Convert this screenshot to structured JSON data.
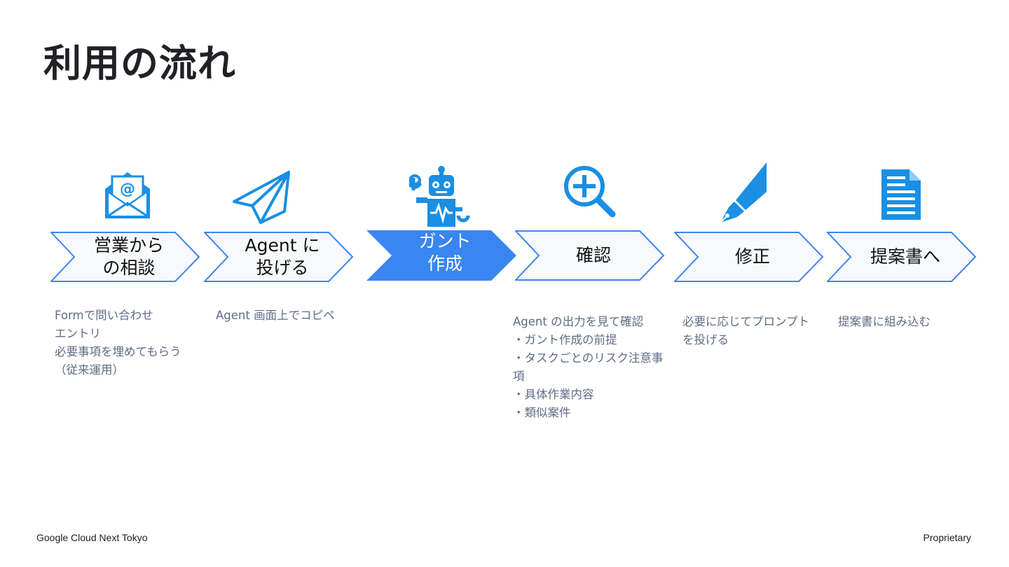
{
  "page": {
    "title": "利用の流れ",
    "footer_left": "Google Cloud Next Tokyo",
    "footer_right": "Proprietary"
  },
  "colors": {
    "accent": "#1a8fe3",
    "active": "#3a86f0",
    "outline": "#3a86f0",
    "step_fill": "#f7f9fb",
    "desc_text": "#5f6c85"
  },
  "steps": [
    {
      "icon": "email-icon",
      "label": "営業から\nの相談",
      "active": false,
      "description": [
        "Formで問い合わせ",
        "エントリ",
        "必要事項を埋めてもらう",
        "（従来運用）"
      ]
    },
    {
      "icon": "paper-plane-icon",
      "label": "Agent に\n投げる",
      "active": false,
      "description": [
        "Agent 画面上でコピペ"
      ]
    },
    {
      "icon": "robot-icon",
      "label": "ガント\n作成",
      "active": true,
      "description": []
    },
    {
      "icon": "zoom-in-icon",
      "label": "確認",
      "active": false,
      "description": [
        "Agent の出力を見て確認",
        "・ガント作成の前提",
        "・タスクごとのリスク注意事",
        "項",
        "・具体作業内容",
        "・類似案件"
      ]
    },
    {
      "icon": "fountain-pen-icon",
      "label": "修正",
      "active": false,
      "description": [
        "必要に応じてプロンプト",
        "を投げる"
      ]
    },
    {
      "icon": "document-icon",
      "label": "提案書へ",
      "active": false,
      "description": [
        "提案書に組み込む"
      ]
    }
  ]
}
